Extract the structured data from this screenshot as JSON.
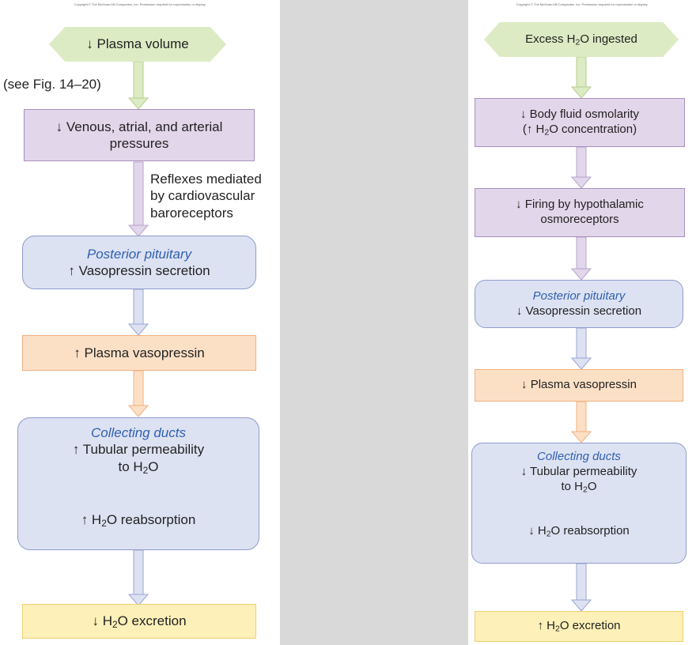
{
  "left": {
    "copyright": "Copyright © The McGraw-Hill Companies, Inc. Permission required for reproduction or display.",
    "plasma_volume": "↓ Plasma volume",
    "see_fig": "(see Fig. 14–20)",
    "pressures_line1": "↓ Venous, atrial, and arterial",
    "pressures_line2": "pressures",
    "reflexes_line1": "Reflexes mediated",
    "reflexes_line2": "by cardiovascular",
    "reflexes_line3": "baroreceptors",
    "pituitary_title": "Posterior pituitary",
    "pituitary_text": "↑ Vasopressin secretion",
    "plasma_vasopressin": "↑ Plasma vasopressin",
    "ducts_title": "Collecting ducts",
    "ducts_line1": "↑ Tubular permeability",
    "ducts_line2_pre": "to H",
    "ducts_line2_sub": "2",
    "ducts_line2_post": "O",
    "reabsorption_pre": "↑ H",
    "reabsorption_sub": "2",
    "reabsorption_post": "O reabsorption",
    "excretion_pre": "↓ H",
    "excretion_sub": "2",
    "excretion_post": "O excretion"
  },
  "right": {
    "copyright": "Copyright © The McGraw-Hill Companies, Inc. Permission required for reproduction or display.",
    "ingested_pre": "Excess H",
    "ingested_sub": "2",
    "ingested_post": "O ingested",
    "osmolarity_line1": "↓ Body fluid osmolarity",
    "osmolarity_line2_pre": "(↑ H",
    "osmolarity_line2_sub": "2",
    "osmolarity_line2_post": "O concentration)",
    "firing_line1": "↓ Firing by hypothalamic",
    "firing_line2": "osmoreceptors",
    "pituitary_title": "Posterior pituitary",
    "pituitary_text": "↓ Vasopressin secretion",
    "plasma_vasopressin": "↓ Plasma vasopressin",
    "ducts_title": "Collecting ducts",
    "ducts_line1": "↓ Tubular permeability",
    "ducts_line2_pre": "to H",
    "ducts_line2_sub": "2",
    "ducts_line2_post": "O",
    "reabsorption_pre": "↓ H",
    "reabsorption_sub": "2",
    "reabsorption_post": "O reabsorption",
    "excretion_pre": "↑ H",
    "excretion_sub": "2",
    "excretion_post": "O excretion"
  },
  "colors": {
    "green": "#dcebc4",
    "purple": "#e2d6ea",
    "blue": "#dde2f2",
    "orange": "#fce0c6",
    "yellow": "#fdf0b8"
  }
}
